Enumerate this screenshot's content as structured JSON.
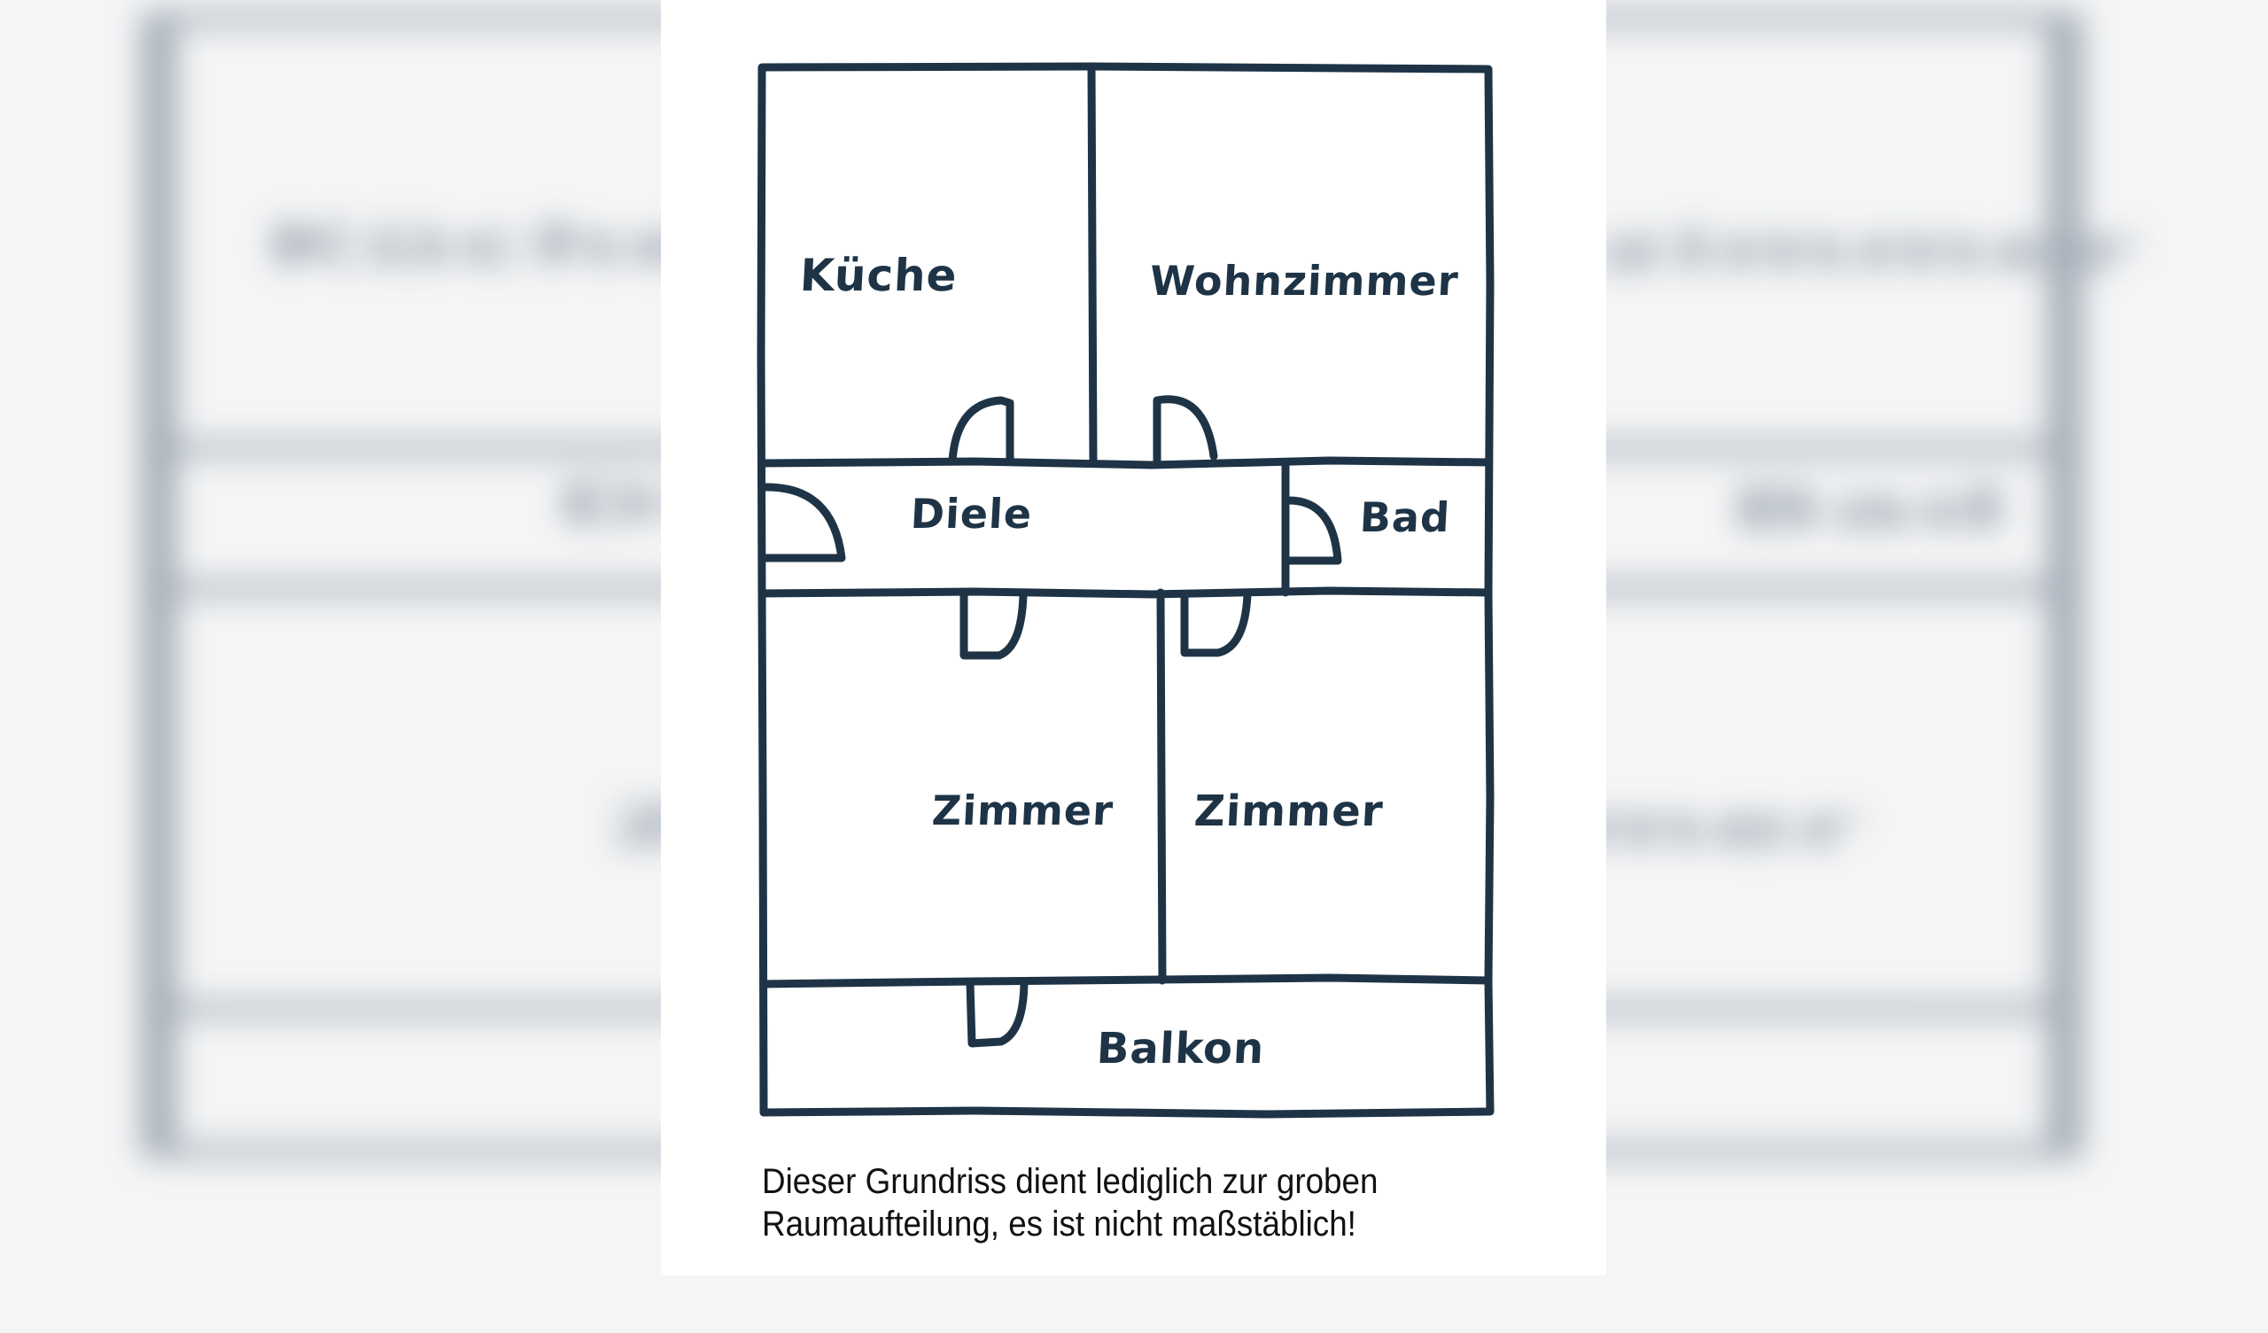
{
  "floorplan": {
    "colors": {
      "ink": "#1e3446",
      "paper": "#ffffff",
      "background_blur": "#c4cad0"
    },
    "rooms": [
      {
        "id": "kueche",
        "label": "Küche"
      },
      {
        "id": "wohnzimmer",
        "label": "Wohnzimmer"
      },
      {
        "id": "diele",
        "label": "Diele"
      },
      {
        "id": "bad",
        "label": "Bad"
      },
      {
        "id": "zimmer-1",
        "label": "Zimmer"
      },
      {
        "id": "zimmer-2",
        "label": "Zimmer"
      },
      {
        "id": "balkon",
        "label": "Balkon"
      }
    ],
    "caption": {
      "line1": "Dieser Grundriss dient lediglich zur groben",
      "line2": "Raumaufteilung, es ist nicht maßstäblich!"
    }
  }
}
